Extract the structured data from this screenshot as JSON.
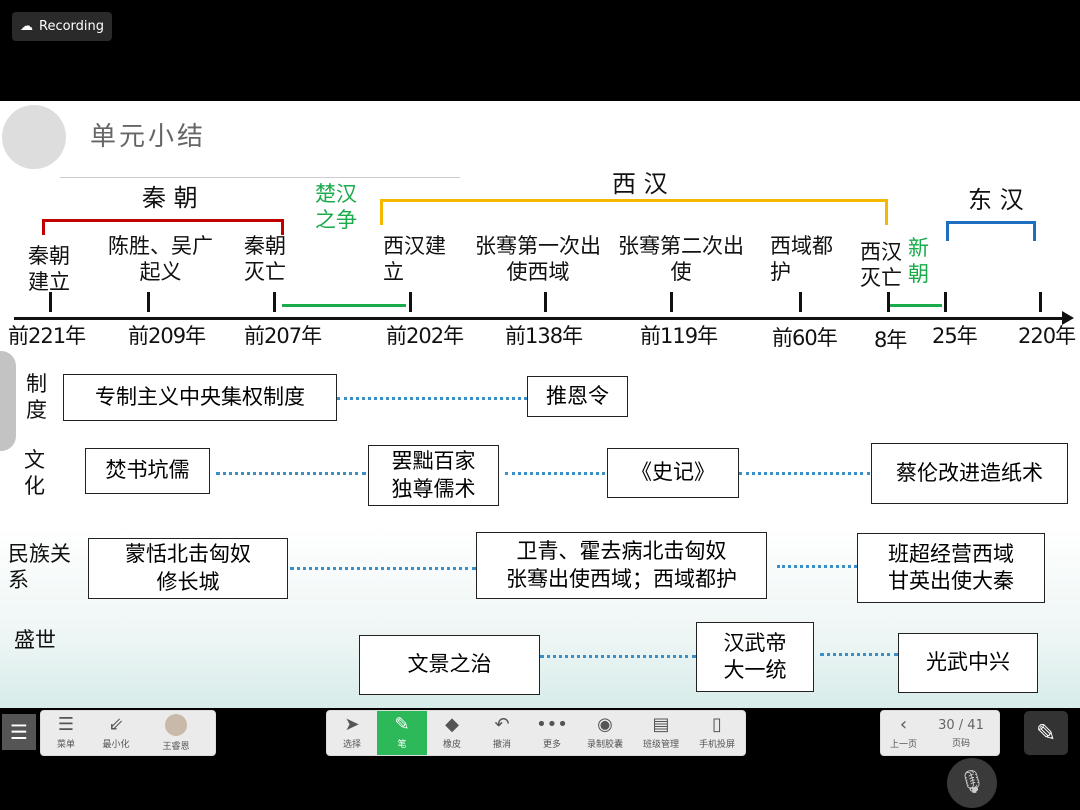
{
  "recording": {
    "label": "Recording",
    "icon": "cloud-icon"
  },
  "slide": {
    "title": "单元小结",
    "periods": {
      "qin": "秦 朝",
      "chuhan": "楚汉\n之争",
      "xihan": "西 汉",
      "xinchao": "新\n朝",
      "donghan": "东 汉"
    },
    "events": [
      "秦朝\n建立",
      "陈胜、吴广\n起义",
      "秦朝\n灭亡",
      "西汉建\n立",
      "张骞第一次出\n使西域",
      "张骞第二次出\n使",
      "西域都\n护",
      "西汉\n灭亡"
    ],
    "dates": [
      "前221年",
      "前209年",
      "前207年",
      "前202年",
      "前138年",
      "前119年",
      "前60年",
      "8年",
      "25年",
      "220年"
    ],
    "rows": [
      {
        "label": "制\n度",
        "items": [
          "专制主义中央集权制度",
          "推恩令"
        ]
      },
      {
        "label": "文\n化",
        "items": [
          "焚书坑儒",
          "罢黜百家\n独尊儒术",
          "《史记》",
          "蔡伦改进造纸术"
        ]
      },
      {
        "label": "民族关\n系",
        "items": [
          "蒙恬北击匈奴\n修长城",
          "卫青、霍去病北击匈奴\n张骞出使西域；西域都护",
          "班超经营西域\n甘英出使大秦"
        ]
      },
      {
        "label": "盛世",
        "items": [
          "文景之治",
          "汉武帝\n大一统",
          "光武中兴"
        ]
      }
    ]
  },
  "left_bar": {
    "menu": "菜单",
    "minimize": "最小化",
    "user": "王睿恩"
  },
  "toolbar": [
    "选择",
    "笔",
    "橡皮",
    "撤消",
    "更多",
    "录制胶囊",
    "班级管理",
    "手机投屏"
  ],
  "pager": {
    "prev": "上一页",
    "page": "30 / 41",
    "page_label": "页码"
  },
  "colors": {
    "qin": "#c00000",
    "xihan": "#f5b800",
    "chuhan": "#1aab4b",
    "donghan": "#1f6fc0",
    "pen_active": "#2db85a"
  }
}
